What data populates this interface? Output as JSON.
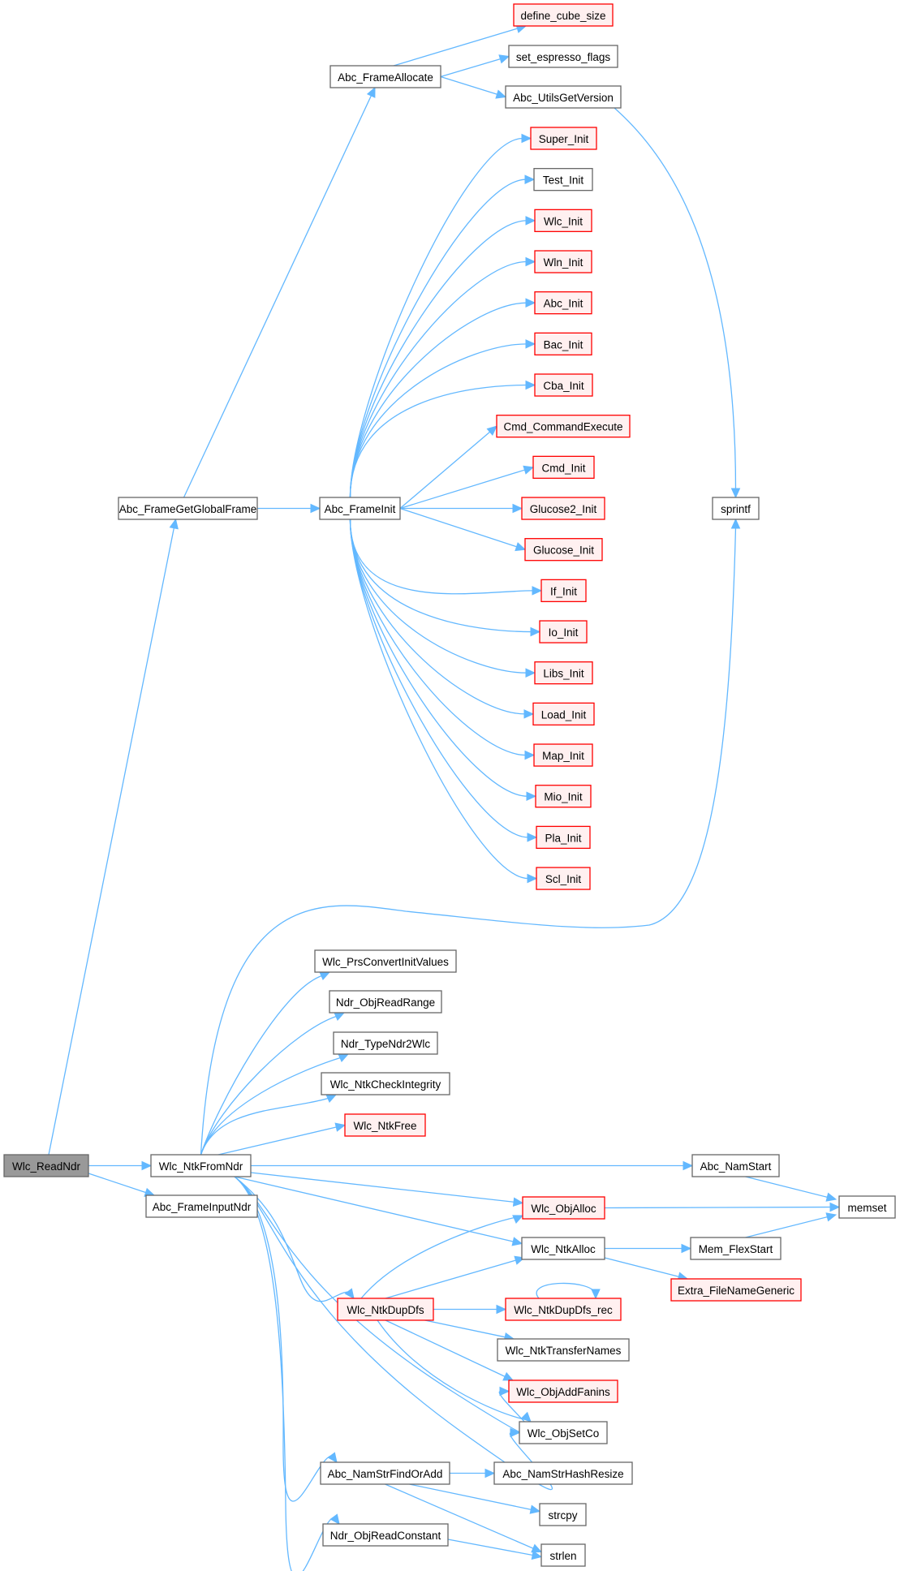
{
  "graph": {
    "title": "Wlc_ReadNdr call graph",
    "colors": {
      "edge": "#63b8ff",
      "normal_border": "#666666",
      "truncated_border": "#ff0000",
      "truncated_fill": "#fff0f0",
      "root_fill": "#999999"
    },
    "nodes": [
      {
        "id": "Wlc_ReadNdr",
        "label": "Wlc_ReadNdr",
        "kind": "root"
      },
      {
        "id": "Abc_FrameGetGlobalFrame",
        "label": "Abc_FrameGetGlobalFrame",
        "kind": "normal"
      },
      {
        "id": "Wlc_NtkFromNdr",
        "label": "Wlc_NtkFromNdr",
        "kind": "normal"
      },
      {
        "id": "Abc_FrameInputNdr",
        "label": "Abc_FrameInputNdr",
        "kind": "normal"
      },
      {
        "id": "Abc_FrameAllocate",
        "label": "Abc_FrameAllocate",
        "kind": "normal"
      },
      {
        "id": "Abc_FrameInit",
        "label": "Abc_FrameInit",
        "kind": "normal"
      },
      {
        "id": "define_cube_size",
        "label": "define_cube_size",
        "kind": "truncated"
      },
      {
        "id": "set_espresso_flags",
        "label": "set_espresso_flags",
        "kind": "normal"
      },
      {
        "id": "Abc_UtilsGetVersion",
        "label": "Abc_UtilsGetVersion",
        "kind": "normal"
      },
      {
        "id": "Super_Init",
        "label": "Super_Init",
        "kind": "truncated"
      },
      {
        "id": "Test_Init",
        "label": "Test_Init",
        "kind": "normal"
      },
      {
        "id": "Wlc_Init",
        "label": "Wlc_Init",
        "kind": "truncated"
      },
      {
        "id": "Wln_Init",
        "label": "Wln_Init",
        "kind": "truncated"
      },
      {
        "id": "Abc_Init",
        "label": "Abc_Init",
        "kind": "truncated"
      },
      {
        "id": "Bac_Init",
        "label": "Bac_Init",
        "kind": "truncated"
      },
      {
        "id": "Cba_Init",
        "label": "Cba_Init",
        "kind": "truncated"
      },
      {
        "id": "Cmd_CommandExecute",
        "label": "Cmd_CommandExecute",
        "kind": "truncated"
      },
      {
        "id": "Cmd_Init",
        "label": "Cmd_Init",
        "kind": "truncated"
      },
      {
        "id": "Glucose2_Init",
        "label": "Glucose2_Init",
        "kind": "truncated"
      },
      {
        "id": "Glucose_Init",
        "label": "Glucose_Init",
        "kind": "truncated"
      },
      {
        "id": "If_Init",
        "label": "If_Init",
        "kind": "truncated"
      },
      {
        "id": "Io_Init",
        "label": "Io_Init",
        "kind": "truncated"
      },
      {
        "id": "Libs_Init",
        "label": "Libs_Init",
        "kind": "truncated"
      },
      {
        "id": "Load_Init",
        "label": "Load_Init",
        "kind": "truncated"
      },
      {
        "id": "Map_Init",
        "label": "Map_Init",
        "kind": "truncated"
      },
      {
        "id": "Mio_Init",
        "label": "Mio_Init",
        "kind": "truncated"
      },
      {
        "id": "Pla_Init",
        "label": "Pla_Init",
        "kind": "truncated"
      },
      {
        "id": "Scl_Init",
        "label": "Scl_Init",
        "kind": "truncated"
      },
      {
        "id": "sprintf",
        "label": "sprintf",
        "kind": "normal"
      },
      {
        "id": "Wlc_PrsConvertInitValues",
        "label": "Wlc_PrsConvertInitValues",
        "kind": "normal"
      },
      {
        "id": "Ndr_ObjReadRange",
        "label": "Ndr_ObjReadRange",
        "kind": "normal"
      },
      {
        "id": "Ndr_TypeNdr2Wlc",
        "label": "Ndr_TypeNdr2Wlc",
        "kind": "normal"
      },
      {
        "id": "Wlc_NtkCheckIntegrity",
        "label": "Wlc_NtkCheckIntegrity",
        "kind": "normal"
      },
      {
        "id": "Wlc_NtkFree",
        "label": "Wlc_NtkFree",
        "kind": "truncated"
      },
      {
        "id": "Abc_NamStart",
        "label": "Abc_NamStart",
        "kind": "normal"
      },
      {
        "id": "Wlc_ObjAlloc",
        "label": "Wlc_ObjAlloc",
        "kind": "truncated"
      },
      {
        "id": "memset",
        "label": "memset",
        "kind": "normal"
      },
      {
        "id": "Wlc_NtkAlloc",
        "label": "Wlc_NtkAlloc",
        "kind": "normal"
      },
      {
        "id": "Mem_FlexStart",
        "label": "Mem_FlexStart",
        "kind": "normal"
      },
      {
        "id": "Extra_FileNameGeneric",
        "label": "Extra_FileNameGeneric",
        "kind": "truncated"
      },
      {
        "id": "Wlc_NtkDupDfs",
        "label": "Wlc_NtkDupDfs",
        "kind": "truncated"
      },
      {
        "id": "Wlc_NtkDupDfs_rec",
        "label": "Wlc_NtkDupDfs_rec",
        "kind": "truncated"
      },
      {
        "id": "Wlc_NtkTransferNames",
        "label": "Wlc_NtkTransferNames",
        "kind": "normal"
      },
      {
        "id": "Wlc_ObjAddFanins",
        "label": "Wlc_ObjAddFanins",
        "kind": "truncated"
      },
      {
        "id": "Wlc_ObjSetCo",
        "label": "Wlc_ObjSetCo",
        "kind": "normal"
      },
      {
        "id": "Abc_NamStrFindOrAdd",
        "label": "Abc_NamStrFindOrAdd",
        "kind": "normal"
      },
      {
        "id": "Abc_NamStrHashResize",
        "label": "Abc_NamStrHashResize",
        "kind": "normal"
      },
      {
        "id": "strcpy",
        "label": "strcpy",
        "kind": "normal"
      },
      {
        "id": "Ndr_ObjReadConstant",
        "label": "Ndr_ObjReadConstant",
        "kind": "normal"
      },
      {
        "id": "strlen",
        "label": "strlen",
        "kind": "normal"
      }
    ],
    "edges": [
      [
        "Wlc_ReadNdr",
        "Abc_FrameGetGlobalFrame"
      ],
      [
        "Wlc_ReadNdr",
        "Wlc_NtkFromNdr"
      ],
      [
        "Wlc_ReadNdr",
        "Abc_FrameInputNdr"
      ],
      [
        "Abc_FrameGetGlobalFrame",
        "Abc_FrameAllocate"
      ],
      [
        "Abc_FrameGetGlobalFrame",
        "Abc_FrameInit"
      ],
      [
        "Abc_FrameAllocate",
        "define_cube_size"
      ],
      [
        "Abc_FrameAllocate",
        "set_espresso_flags"
      ],
      [
        "Abc_FrameAllocate",
        "Abc_UtilsGetVersion"
      ],
      [
        "Abc_UtilsGetVersion",
        "sprintf"
      ],
      [
        "Abc_FrameInit",
        "Super_Init"
      ],
      [
        "Abc_FrameInit",
        "Test_Init"
      ],
      [
        "Abc_FrameInit",
        "Wlc_Init"
      ],
      [
        "Abc_FrameInit",
        "Wln_Init"
      ],
      [
        "Abc_FrameInit",
        "Abc_Init"
      ],
      [
        "Abc_FrameInit",
        "Bac_Init"
      ],
      [
        "Abc_FrameInit",
        "Cba_Init"
      ],
      [
        "Abc_FrameInit",
        "Cmd_CommandExecute"
      ],
      [
        "Abc_FrameInit",
        "Cmd_Init"
      ],
      [
        "Abc_FrameInit",
        "Glucose2_Init"
      ],
      [
        "Abc_FrameInit",
        "Glucose_Init"
      ],
      [
        "Abc_FrameInit",
        "If_Init"
      ],
      [
        "Abc_FrameInit",
        "Io_Init"
      ],
      [
        "Abc_FrameInit",
        "Libs_Init"
      ],
      [
        "Abc_FrameInit",
        "Load_Init"
      ],
      [
        "Abc_FrameInit",
        "Map_Init"
      ],
      [
        "Abc_FrameInit",
        "Mio_Init"
      ],
      [
        "Abc_FrameInit",
        "Pla_Init"
      ],
      [
        "Abc_FrameInit",
        "Scl_Init"
      ],
      [
        "Wlc_NtkFromNdr",
        "sprintf"
      ],
      [
        "Wlc_NtkFromNdr",
        "Wlc_PrsConvertInitValues"
      ],
      [
        "Wlc_NtkFromNdr",
        "Ndr_ObjReadRange"
      ],
      [
        "Wlc_NtkFromNdr",
        "Ndr_TypeNdr2Wlc"
      ],
      [
        "Wlc_NtkFromNdr",
        "Wlc_NtkCheckIntegrity"
      ],
      [
        "Wlc_NtkFromNdr",
        "Wlc_NtkFree"
      ],
      [
        "Wlc_NtkFromNdr",
        "Abc_NamStart"
      ],
      [
        "Wlc_NtkFromNdr",
        "Wlc_ObjAlloc"
      ],
      [
        "Wlc_NtkFromNdr",
        "Wlc_NtkAlloc"
      ],
      [
        "Wlc_NtkFromNdr",
        "Wlc_NtkDupDfs"
      ],
      [
        "Wlc_NtkFromNdr",
        "Wlc_ObjAddFanins"
      ],
      [
        "Wlc_NtkFromNdr",
        "Wlc_ObjSetCo"
      ],
      [
        "Wlc_NtkFromNdr",
        "Abc_NamStrFindOrAdd"
      ],
      [
        "Wlc_NtkFromNdr",
        "Ndr_ObjReadConstant"
      ],
      [
        "Abc_NamStart",
        "memset"
      ],
      [
        "Wlc_ObjAlloc",
        "memset"
      ],
      [
        "Wlc_NtkAlloc",
        "Mem_FlexStart"
      ],
      [
        "Wlc_NtkAlloc",
        "Extra_FileNameGeneric"
      ],
      [
        "Mem_FlexStart",
        "memset"
      ],
      [
        "Wlc_NtkDupDfs",
        "Wlc_ObjAlloc"
      ],
      [
        "Wlc_NtkDupDfs",
        "Wlc_NtkAlloc"
      ],
      [
        "Wlc_NtkDupDfs",
        "Wlc_NtkDupDfs_rec"
      ],
      [
        "Wlc_NtkDupDfs",
        "Wlc_NtkTransferNames"
      ],
      [
        "Wlc_NtkDupDfs",
        "Wlc_ObjAddFanins"
      ],
      [
        "Wlc_NtkDupDfs",
        "Wlc_ObjSetCo"
      ],
      [
        "Wlc_NtkDupDfs_rec",
        "Wlc_NtkDupDfs_rec"
      ],
      [
        "Abc_NamStrFindOrAdd",
        "Abc_NamStrHashResize"
      ],
      [
        "Abc_NamStrFindOrAdd",
        "strcpy"
      ],
      [
        "Abc_NamStrFindOrAdd",
        "strlen"
      ],
      [
        "Ndr_ObjReadConstant",
        "strlen"
      ]
    ]
  }
}
